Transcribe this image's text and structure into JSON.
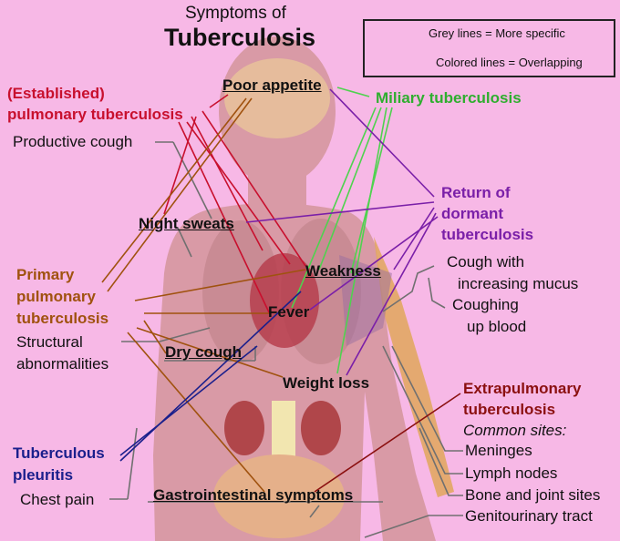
{
  "title": {
    "line1": "Symptoms of",
    "line2": "Tuberculosis"
  },
  "legend": {
    "grey": "Grey lines = More specific",
    "colored": "Colored lines = Overlapping"
  },
  "diseases": {
    "established_1": "(Established)",
    "established_2": "pulmonary tuberculosis",
    "miliary": "Miliary tuberculosis",
    "return_1": "Return of",
    "return_2": "dormant",
    "return_3": "tuberculosis",
    "primary_1": "Primary",
    "primary_2": "pulmonary",
    "primary_3": "tuberculosis",
    "extra_1": "Extrapulmonary",
    "extra_2": "tuberculosis",
    "common_sites": "Common sites:",
    "pleuritis_1": "Tuberculous",
    "pleuritis_2": "pleuritis"
  },
  "symptoms": {
    "poor_appetite": "Poor appetite",
    "night_sweats": "Night sweats",
    "weakness": "Weakness",
    "fever": "Fever",
    "dry_cough": "Dry cough",
    "weight_loss": "Weight loss",
    "gi": "Gastrointestinal symptoms"
  },
  "specific": {
    "productive_cough": "Productive cough",
    "structural_1": "Structural",
    "structural_2": "abnormalities",
    "chest_pain": "Chest pain",
    "cough_mucus_1": "Cough with",
    "cough_mucus_2": "increasing mucus",
    "coughing_blood_1": "Coughing",
    "coughing_blood_2": "up blood",
    "meninges": "Meninges",
    "lymph": "Lymph nodes",
    "bone": "Bone and joint sites",
    "genito": "Genitourinary tract"
  },
  "colors": {
    "background": "#f7b8e6",
    "body": "#d99aa6",
    "grey_line": "#707070",
    "red_line": "#c8102e",
    "green_line": "#4fd24f",
    "purple_line": "#7a1fa8",
    "brown_line": "#a0520f",
    "navy_line": "#1a1f8c",
    "maroon_line": "#8b1010"
  }
}
